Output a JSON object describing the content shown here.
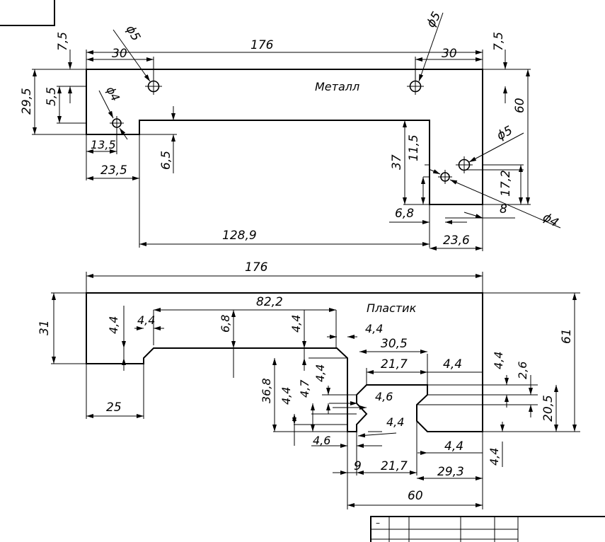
{
  "labels": {
    "metal": "Металл",
    "plastic": "Пластик"
  },
  "metal": {
    "d176": "176",
    "d30_left": "30",
    "d30_right": "30",
    "d7_5_left": "7,5",
    "d7_5_right": "7,5",
    "d29_5": "29,5",
    "d5_5": "5,5",
    "d60": "60",
    "phi5_top_left": "ϕ5",
    "phi5_top_right": "ϕ5",
    "phi4_left": "ϕ4",
    "phi5_right": "ϕ5",
    "phi4_right": "ϕ4",
    "d13_5": "13,5",
    "d23_5": "23,5",
    "d6_5": "6,5",
    "d37": "37",
    "d11_5": "11,5",
    "d17_2": "17,2",
    "d8": "8",
    "d6_8": "6,8",
    "d128_9": "128,9",
    "d23_6": "23,6"
  },
  "plastic": {
    "d176": "176",
    "d82_2": "82,2",
    "d31": "31",
    "d61": "61",
    "d4_4_a": "4,4",
    "d4_4_b": "4,4",
    "d6_8": "6,8",
    "d4_4_c": "4,4",
    "d4_4_d": "4,4",
    "d30_5": "30,5",
    "d21_7_top": "21,7",
    "d4_4_e": "4,4",
    "d4_4_f": "4,4",
    "d2_6": "2,6",
    "d20_5": "20,5",
    "d25": "25",
    "d36_8": "36,8",
    "d4_4_g": "4,4",
    "d4_7": "4,7",
    "d4_4_h": "4,4",
    "d4_6_top": "4,6",
    "d4_4_i": "4,4",
    "d4_6_left": "4,6",
    "d4_4_j": "4,4",
    "d9": "9",
    "d21_7_bottom": "21,7",
    "d29_3": "29,3",
    "d4_4_k": "4,4",
    "d60": "60"
  },
  "title_block": {
    "dash": "–"
  }
}
